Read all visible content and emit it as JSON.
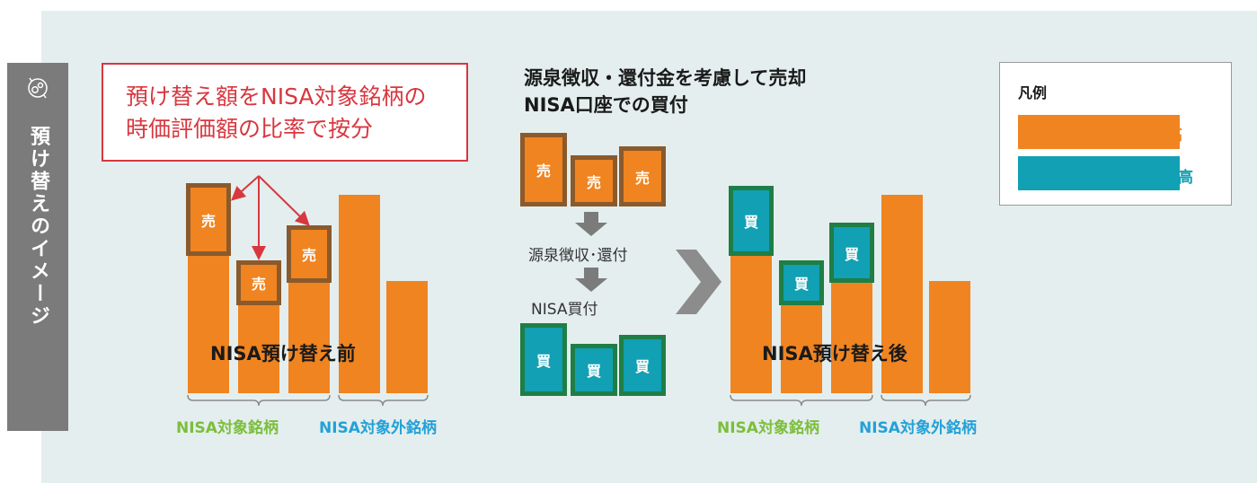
{
  "side_tab": {
    "label": "預け替えのイメージ",
    "icon": "gears-cycle-icon"
  },
  "note": {
    "line1": "預け替え額をNISA対象銘柄の",
    "line2": "時価評価額の比率で按分"
  },
  "before": {
    "caption": "NISA預け替え前",
    "sell_label": "売",
    "group_nisa": "NISA対象銘柄",
    "group_other": "NISA対象外銘柄"
  },
  "process": {
    "heading_line1": "源泉徴収・還付金を考慮して売却",
    "heading_line2": "NISA口座での買付",
    "sell_label": "売",
    "buy_label": "買",
    "step1": "源泉徴収･還付",
    "step2": "NISA買付"
  },
  "after": {
    "caption": "NISA預け替え後",
    "buy_label": "買",
    "group_nisa": "NISA対象銘柄",
    "group_other": "NISA対象外銘柄"
  },
  "legend": {
    "title": "凡例",
    "item1": "特定口座残高",
    "item2": "NISA口座残高"
  },
  "colors": {
    "specific_account": "#f08420",
    "nisa_account": "#12a0b4",
    "sell_border": "#8a5a2d",
    "buy_border": "#1f7e45",
    "note_red": "#d8373f",
    "nisa_target_green": "#7cbe3c",
    "non_target_blue": "#23a1d8"
  }
}
